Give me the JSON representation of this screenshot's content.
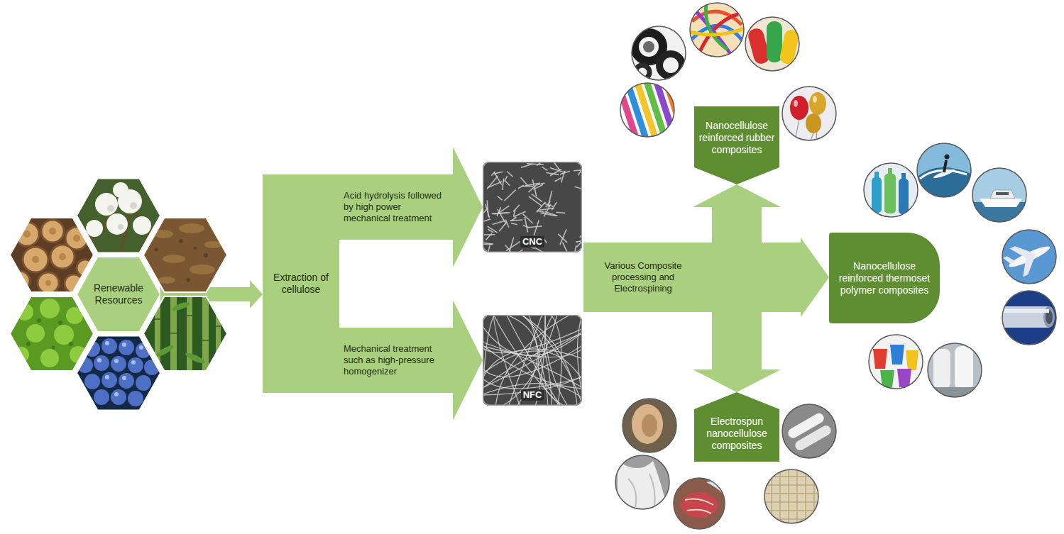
{
  "diagram": {
    "nodes": [
      {
        "text": [
          "Renewable Resources"
        ]
      },
      {
        "text": [
          "Extraction of cellulose"
        ]
      },
      {
        "text": [
          "CNC"
        ]
      },
      {
        "text": [
          "NFC"
        ]
      },
      {
        "text": [
          "Various Composite processing and Electrospining"
        ]
      },
      {
        "text": [
          "Nanocellulose reinforced rubber composites"
        ]
      },
      {
        "text": [
          "Nanocellulose reinforced thermoset polymer composites"
        ]
      },
      {
        "text": [
          "Electrospun nanocellulose composites"
        ]
      }
    ],
    "edges": [
      {
        "from": 0,
        "to": 1,
        "arrow": "to"
      },
      {
        "from": 1,
        "to": 2,
        "arrow": "to",
        "label": "Acid hydrolysis followed by high power mechanical treatment"
      },
      {
        "from": 1,
        "to": 3,
        "arrow": "to",
        "label": "Mechanical treatment such as high-pressure homogenizer"
      },
      {
        "from": 4,
        "to": 5,
        "arrow": "to"
      },
      {
        "from": 4,
        "to": 6,
        "arrow": "to"
      },
      {
        "from": 4,
        "to": 7,
        "arrow": "to"
      }
    ]
  }
}
